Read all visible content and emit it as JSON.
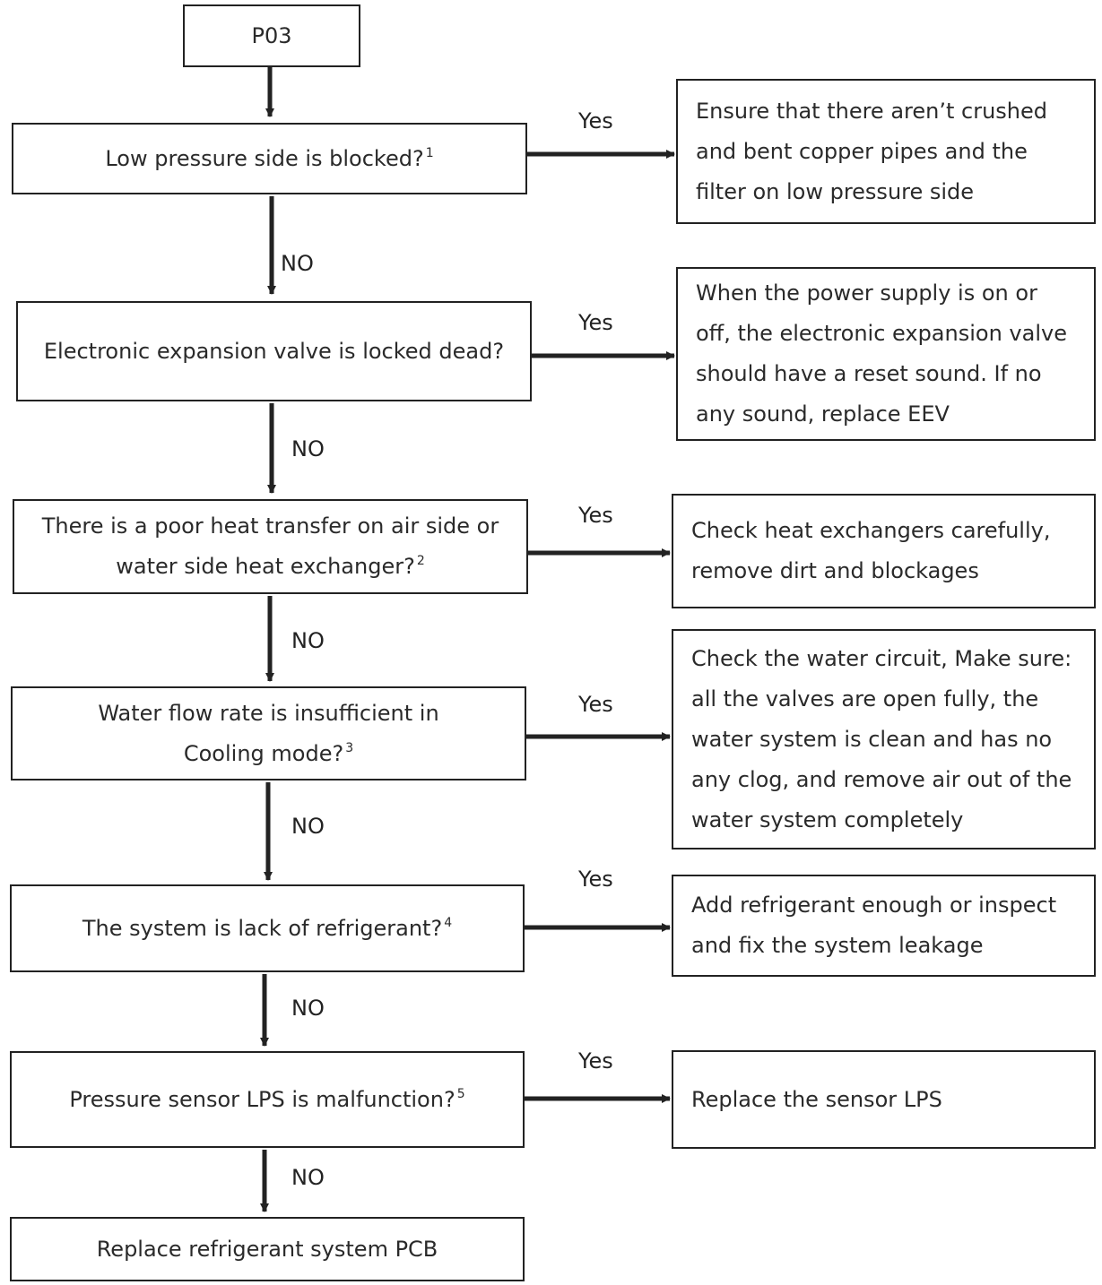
{
  "start": {
    "label": "P03"
  },
  "steps": [
    {
      "question": "Low pressure side is blocked?",
      "note": "1",
      "yes_label": "Yes",
      "no_label": "NO",
      "action_lines": [
        "Ensure that there aren’t crushed",
        "and bent copper pipes and the",
        "filter on low pressure side"
      ]
    },
    {
      "question": "Electronic expansion valve is locked dead?",
      "note": "",
      "yes_label": "Yes",
      "no_label": "NO",
      "action_lines": [
        "When the power supply is on or",
        "off, the electronic expansion valve",
        "should have a reset sound. If no",
        "any sound, replace EEV"
      ]
    },
    {
      "question_lines": [
        "There is a poor heat transfer on air side or",
        "water side heat exchanger?"
      ],
      "note": "2",
      "yes_label": "Yes",
      "no_label": "NO",
      "action_lines": [
        "Check heat exchangers carefully,",
        "remove dirt and blockages"
      ]
    },
    {
      "question_lines": [
        "Water flow rate is insufficient in",
        "Cooling mode?"
      ],
      "note": "3",
      "yes_label": "Yes",
      "no_label": "NO",
      "action_lines": [
        "Check the water circuit, Make sure:",
        "all the valves are open fully, the",
        "water system is clean and has no",
        "any clog, and remove air out of the",
        "water system completely"
      ]
    },
    {
      "question": "The system is lack of refrigerant?",
      "note": "4",
      "yes_label": "Yes",
      "no_label": "NO",
      "action_lines": [
        "Add refrigerant enough or inspect",
        "and fix the system leakage"
      ]
    },
    {
      "question": "Pressure sensor LPS is malfunction?",
      "note": "5",
      "yes_label": "Yes",
      "no_label": "NO",
      "action_lines": [
        "Replace the sensor LPS"
      ]
    }
  ],
  "end": {
    "label": "Replace refrigerant system PCB"
  },
  "colors": {
    "line": "#222222",
    "text": "#2a2a2a",
    "background": "#ffffff"
  }
}
